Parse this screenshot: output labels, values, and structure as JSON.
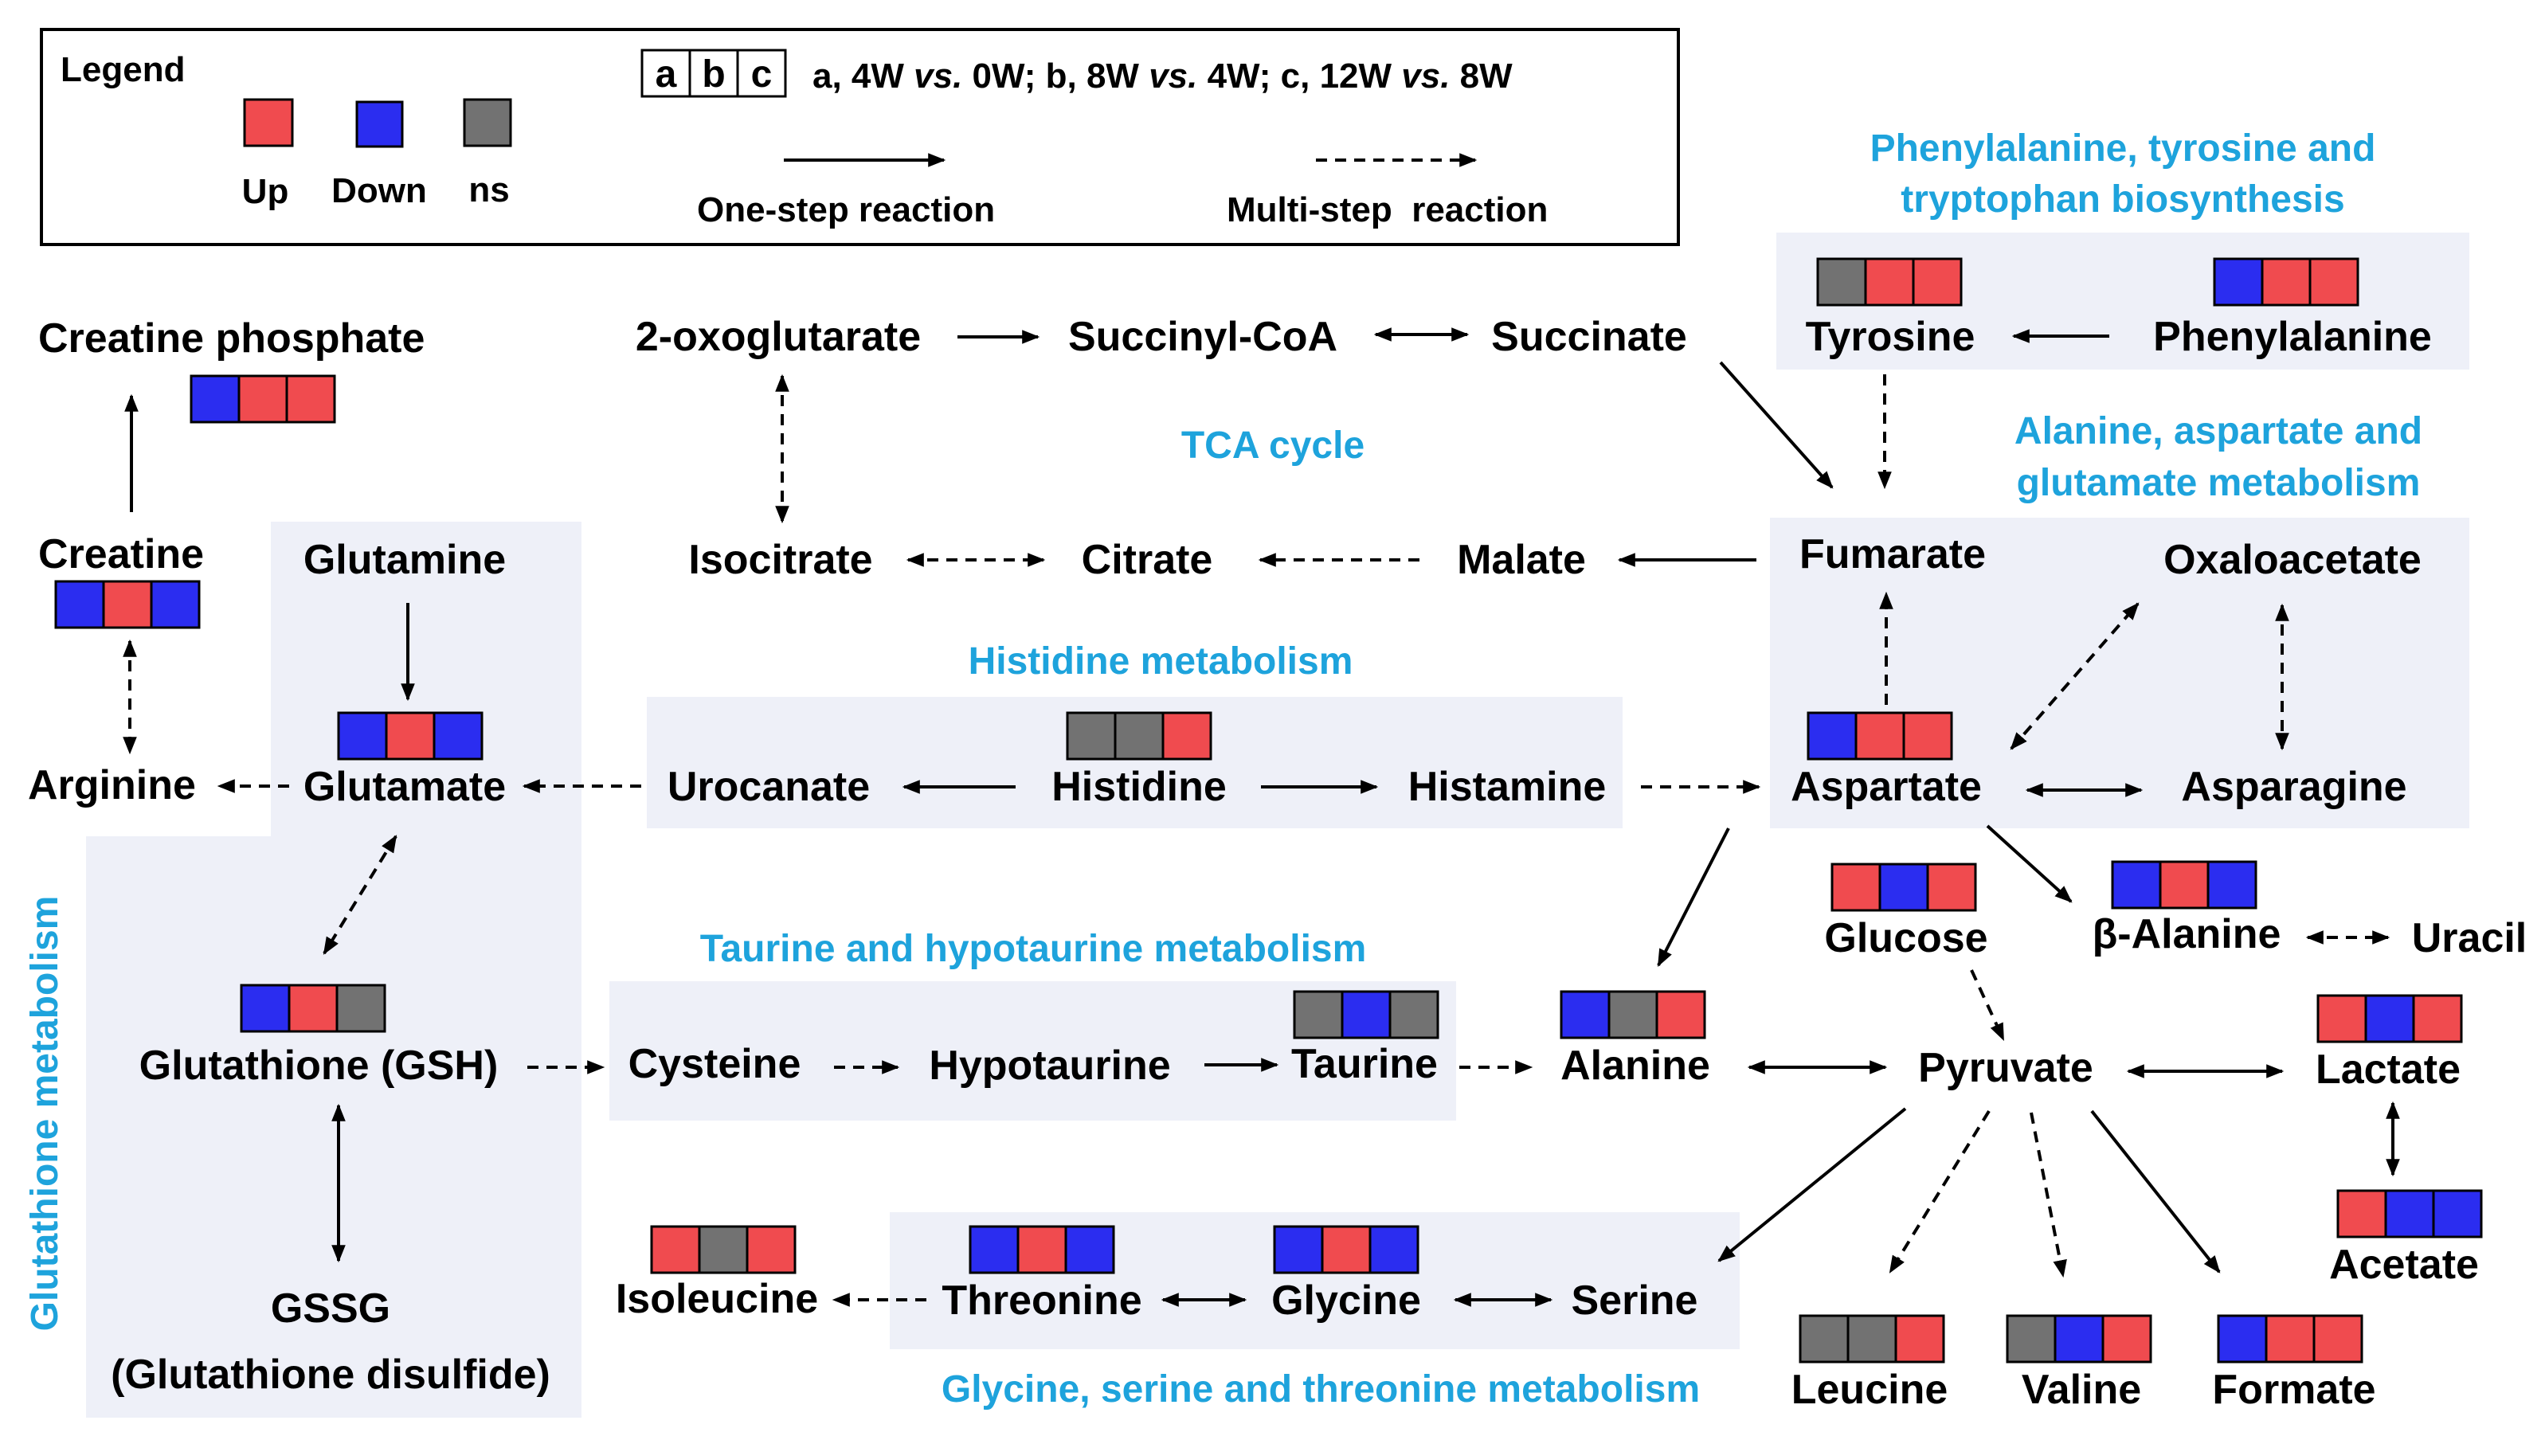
{
  "legend": {
    "title": "Legend",
    "up_label": "Up",
    "down_label": "Down",
    "ns_label": "ns",
    "box_letters": [
      "a",
      "b",
      "c"
    ],
    "comparisons_prefix": "a, 4W ",
    "vs": "vs.",
    "comparisons_mid1": " 0W; b, 8W ",
    "comparisons_mid2": " 4W; c, 12W ",
    "comparisons_end": " 8W",
    "one_step": "One-step reaction",
    "multi_step": "Multi-step  reaction"
  },
  "colors": {
    "up": "#f04b4f",
    "down": "#2b2df0",
    "ns": "#727272",
    "pathway_text": "#1ea3dc",
    "pathway_bg": "#eef0f8"
  },
  "pathways": {
    "phe": [
      "Phenylalanine, tyrosine and",
      "tryptophan biosynthesis"
    ],
    "tca": "TCA cycle",
    "ala": [
      "Alanine, aspartate and",
      "glutamate metabolism"
    ],
    "his": "Histidine metabolism",
    "tau": "Taurine and hypotaurine metabolism",
    "gly": "Glycine, serine and threonine metabolism",
    "glu": "Glutathione metabolism"
  },
  "metabolites": {
    "creatine_phosphate": "Creatine phosphate",
    "creatine": "Creatine",
    "glutamine": "Glutamine",
    "arginine": "Arginine",
    "glutamate": "Glutamate",
    "gsh": "Glutathione (GSH)",
    "gssg": "GSSG",
    "gssg_full": "(Glutathione disulfide)",
    "oxoglutarate": "2-oxoglutarate",
    "succinyl_coa": "Succinyl-CoA",
    "succinate": "Succinate",
    "isocitrate": "Isocitrate",
    "citrate": "Citrate",
    "malate": "Malate",
    "tyrosine": "Tyrosine",
    "phenylalanine": "Phenylalanine",
    "fumarate": "Fumarate",
    "oxaloacetate": "Oxaloacetate",
    "urocanate": "Urocanate",
    "histidine": "Histidine",
    "histamine": "Histamine",
    "aspartate": "Aspartate",
    "asparagine": "Asparagine",
    "glucose": "Glucose",
    "beta_alanine": "β-Alanine",
    "uracil": "Uracil",
    "cysteine": "Cysteine",
    "hypotaurine": "Hypotaurine",
    "taurine": "Taurine",
    "alanine": "Alanine",
    "pyruvate": "Pyruvate",
    "lactate": "Lactate",
    "acetate": "Acetate",
    "isoleucine": "Isoleucine",
    "threonine": "Threonine",
    "glycine": "Glycine",
    "serine": "Serine",
    "leucine": "Leucine",
    "valine": "Valine",
    "formate": "Formate"
  },
  "changes": {
    "creatine_phosphate": [
      "down",
      "up",
      "up"
    ],
    "creatine": [
      "down",
      "up",
      "down"
    ],
    "glutamate": [
      "down",
      "up",
      "down"
    ],
    "gsh": [
      "down",
      "up",
      "ns"
    ],
    "tyrosine": [
      "ns",
      "up",
      "up"
    ],
    "phenylalanine": [
      "down",
      "up",
      "up"
    ],
    "histidine": [
      "ns",
      "ns",
      "up"
    ],
    "aspartate": [
      "down",
      "up",
      "up"
    ],
    "glucose": [
      "up",
      "down",
      "up"
    ],
    "beta_alanine": [
      "down",
      "up",
      "down"
    ],
    "taurine": [
      "ns",
      "down",
      "ns"
    ],
    "alanine": [
      "down",
      "ns",
      "up"
    ],
    "lactate": [
      "up",
      "down",
      "up"
    ],
    "acetate": [
      "up",
      "down",
      "down"
    ],
    "isoleucine": [
      "up",
      "ns",
      "up"
    ],
    "threonine": [
      "down",
      "up",
      "down"
    ],
    "glycine": [
      "down",
      "up",
      "down"
    ],
    "leucine": [
      "ns",
      "ns",
      "up"
    ],
    "valine": [
      "ns",
      "down",
      "up"
    ],
    "formate": [
      "down",
      "up",
      "up"
    ]
  }
}
